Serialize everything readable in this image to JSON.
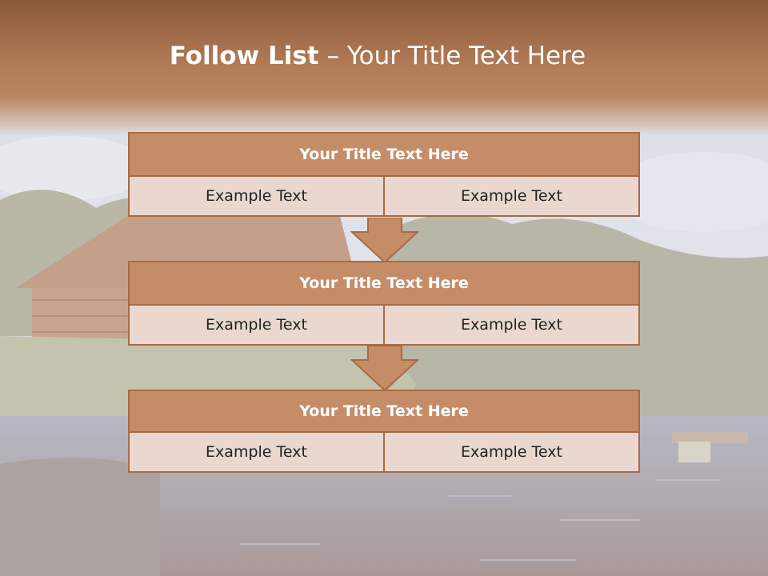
{
  "title": {
    "bold": "Follow List",
    "rest": "– Your Title Text Here"
  },
  "blocks": [
    {
      "heading": "Your Title Text Here",
      "cells": [
        "Example Text",
        "Example Text"
      ]
    },
    {
      "heading": "Your Title Text Here",
      "cells": [
        "Example Text",
        "Example Text"
      ]
    },
    {
      "heading": "Your Title Text Here",
      "cells": [
        "Example Text",
        "Example Text"
      ]
    }
  ],
  "colors": {
    "header": "#b07a55",
    "box_fill": "#c48d68",
    "box_border": "#a86a44",
    "cell_fill": "#e9d7d0"
  }
}
